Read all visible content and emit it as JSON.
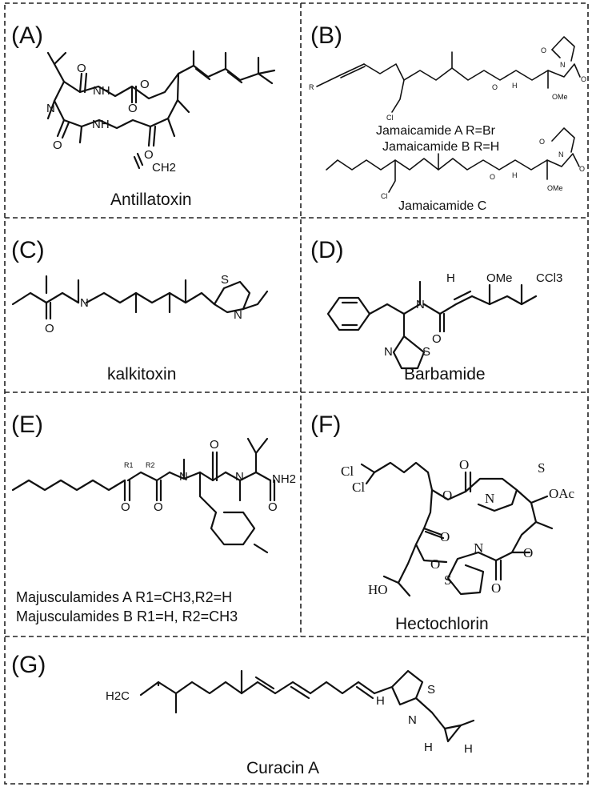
{
  "panels": {
    "A": {
      "label": "(A)",
      "name": "Antillatoxin",
      "atoms": {
        "nh1": "NH",
        "nh2": "NH",
        "n": "N",
        "o1": "O",
        "o2": "O",
        "o3": "O",
        "o4": "O",
        "o5": "O",
        "ch2": "CH2"
      }
    },
    "B": {
      "label": "(B)",
      "line1": "Jamaicamide A  R=Br",
      "line2": "Jamaicamide B  R=H",
      "name": "Jamaicamide C",
      "atoms": {
        "r": "R",
        "cl1": "Cl",
        "cl2": "Cl",
        "h1": "H",
        "h2": "H",
        "n1": "N",
        "n2": "N",
        "ome1": "OMe",
        "ome2": "OMe",
        "o1": "O",
        "o2": "O",
        "o3": "O",
        "o4": "O",
        "o5": "O",
        "o6": "O"
      }
    },
    "C": {
      "label": "(C)",
      "name": "kalkitoxin",
      "atoms": {
        "n1": "N",
        "n2": "N",
        "s": "S",
        "o": "O"
      }
    },
    "D": {
      "label": "(D)",
      "name": "Barbamide",
      "atoms": {
        "h": "H",
        "ome": "OMe",
        "ccl3": "CCl3",
        "n1": "N",
        "n2": "N",
        "s": "S",
        "o": "O"
      }
    },
    "E": {
      "label": "(E)",
      "line1": "Majusculamides A  R1=CH3,R2=H",
      "line2": "Majusculamides B  R1=H,    R2=CH3",
      "atoms": {
        "r1": "R1",
        "r2": "R2",
        "n1": "N",
        "n2": "N",
        "o1": "O",
        "o2": "O",
        "o3": "O",
        "o4": "O",
        "nh2": "NH2"
      }
    },
    "F": {
      "label": "(F)",
      "name": "Hectochlorin",
      "atoms": {
        "cl1": "Cl",
        "cl2": "Cl",
        "ho": "HO",
        "oac": "OAc",
        "s1": "S",
        "s2": "S",
        "n1": "N",
        "n2": "N",
        "o1": "O",
        "o2": "O",
        "o3": "O",
        "o4": "O",
        "o5": "O",
        "o6": "O"
      }
    },
    "G": {
      "label": "(G)",
      "name": "Curacin A",
      "atoms": {
        "h2c": "H2C",
        "h1": "H",
        "h2": "H",
        "h3": "H",
        "n": "N",
        "s": "S"
      }
    }
  }
}
